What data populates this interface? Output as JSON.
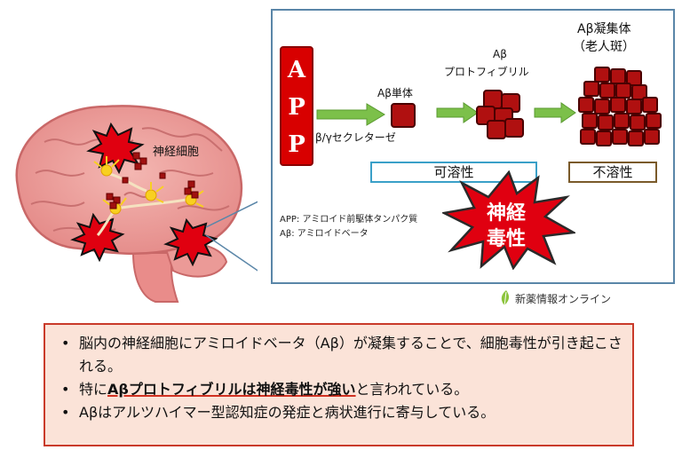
{
  "diagram": {
    "app_letters": [
      "A",
      "P",
      "P"
    ],
    "secretase_label": "β/γセクレターゼ",
    "monomer_label": "Aβ単体",
    "protofibril_label_line1": "Aβ",
    "protofibril_label_line2": "プロトフィブリル",
    "aggregate_label_line1": "Aβ凝集体",
    "aggregate_label_line2": "（老人斑）",
    "soluble_label": "可溶性",
    "insoluble_label": "不溶性",
    "toxicity_line1": "神経",
    "toxicity_line2": "毒性",
    "legend": [
      "APP: アミロイド前駆体タンパク質",
      "Aβ: アミロイドベータ"
    ]
  },
  "brain": {
    "neuron_label": "神経細胞"
  },
  "brand": {
    "name": "新薬情報オンライン"
  },
  "summary": {
    "bullet1": "脳内の神経細胞にアミロイドベータ（Aβ）が凝集することで、細胞毒性が引き起こされる。",
    "bullet2_prefix": "特に",
    "bullet2_highlight": "Aβプロトフィブリルは神経毒性が強い",
    "bullet2_suffix": "と言われている。",
    "bullet3": "Aβはアルツハイマー型認知症の発症と病状進行に寄与している。"
  },
  "colors": {
    "app_red": "#d80000",
    "block_red": "#b01010",
    "arrow_green": "#7cc04a",
    "frame_blue": "#5a86a8",
    "soluble_frame": "#3aa0c8",
    "insoluble_frame": "#7a5a2a",
    "summary_bg": "#fbe3d8",
    "summary_border": "#c93a2a",
    "brain_pink": "#f0a0a0"
  }
}
